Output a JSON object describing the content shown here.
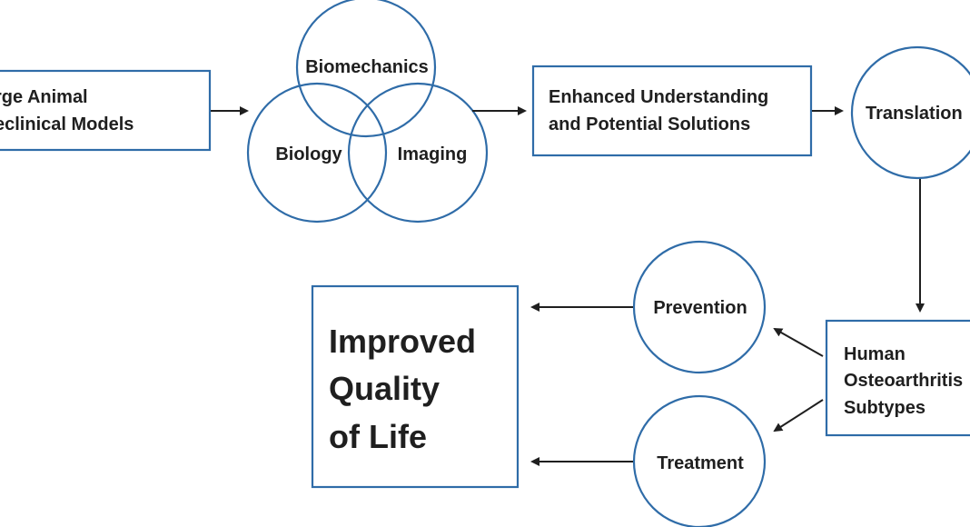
{
  "nodes": {
    "large_animal": {
      "lines": [
        "rge Animal",
        "eclinical Models"
      ]
    },
    "biomechanics": {
      "label": "Biomechanics"
    },
    "biology": {
      "label": "Biology"
    },
    "imaging": {
      "label": "Imaging"
    },
    "enhanced": {
      "lines": [
        "Enhanced Understanding",
        "and Potential Solutions"
      ]
    },
    "translation": {
      "label": "Translation"
    },
    "human_oa": {
      "lines": [
        "Human",
        "Osteoarthritis",
        "Subtypes"
      ]
    },
    "prevention": {
      "label": "Prevention"
    },
    "treatment": {
      "label": "Treatment"
    },
    "quality": {
      "lines": [
        "Improved",
        "Quality",
        "of Life"
      ]
    }
  },
  "colors": {
    "shape_stroke": "#2f6ca8",
    "text": "#1f1f1f",
    "arrow": "#1f1f1f"
  }
}
